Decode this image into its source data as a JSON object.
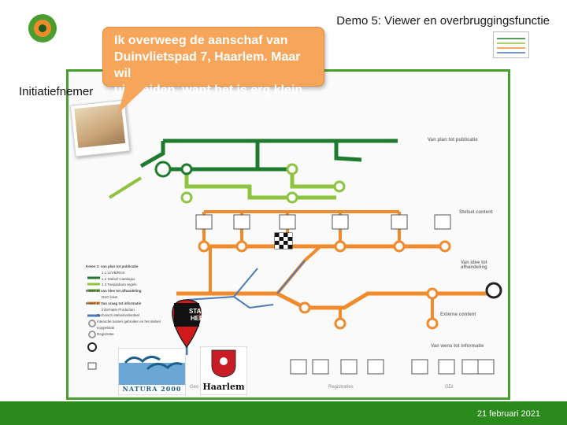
{
  "slide": {
    "title": "Demo 5: Viewer en overbruggingsfunctie",
    "role_label": "Initiatiefnemer",
    "date": "21 februari 2021"
  },
  "callout": {
    "line1": "Ik overweeg de aanschaf van",
    "line2": "Duinvlietspad 7, Haarlem. Maar wil",
    "line3": "uitbreiden, want het is erg klein."
  },
  "marker": {
    "line1": "START",
    "line2": "HERE"
  },
  "logos": {
    "natura": "NATURA 2000",
    "haarlem": "Haarlem"
  },
  "diagram": {
    "region_labels": [
      "Van plan tot publicatie",
      "Stelsel content",
      "Van idee tot afhandeling",
      "Externe content",
      "Van wens tot informatie"
    ],
    "bottom_labels": [
      "Geo",
      "Registraties",
      "GDI"
    ],
    "legend": [
      "Keten 1: van plan tot publicatie",
      "1.1 LVVB/RCE",
      "1.2 Stelsel Catalogus",
      "1.3 Toepasbare regels",
      "Keten 2: van idee tot afhandeling",
      "DSO loket",
      "Keten 3: Van vraag tot informatie",
      "Informatie Producten",
      "Technisch stelselonderdeel",
      "Interactie tussen gebruiker en het stelsel",
      "Koppelvlak",
      "Registratie"
    ]
  },
  "colors": {
    "brand": "#2b8a1c",
    "callout": "#f7a55a",
    "green_dark": "#1f7a2e",
    "green_light": "#8cc43f",
    "orange": "#f08a2b",
    "blue": "#4a7bb7",
    "marker": "#d11a1a"
  }
}
